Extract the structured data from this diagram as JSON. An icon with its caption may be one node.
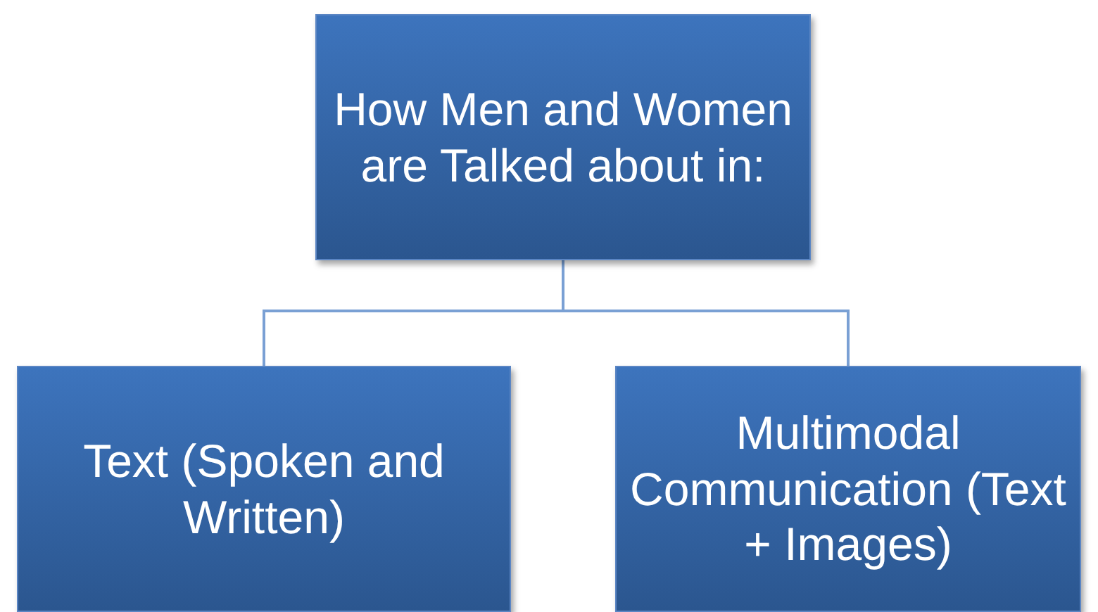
{
  "diagram": {
    "nodes": [
      {
        "text": [
          "How Men and Women are Talked about in:"
        ]
      },
      {
        "text": [
          "Text (Spoken and Written)"
        ]
      },
      {
        "text": [
          "Multimodal Communication (Text + Images)"
        ]
      }
    ],
    "edges": [
      {
        "from": 0,
        "to": 1,
        "arrow": "none"
      },
      {
        "from": 0,
        "to": 2,
        "arrow": "none"
      }
    ]
  }
}
